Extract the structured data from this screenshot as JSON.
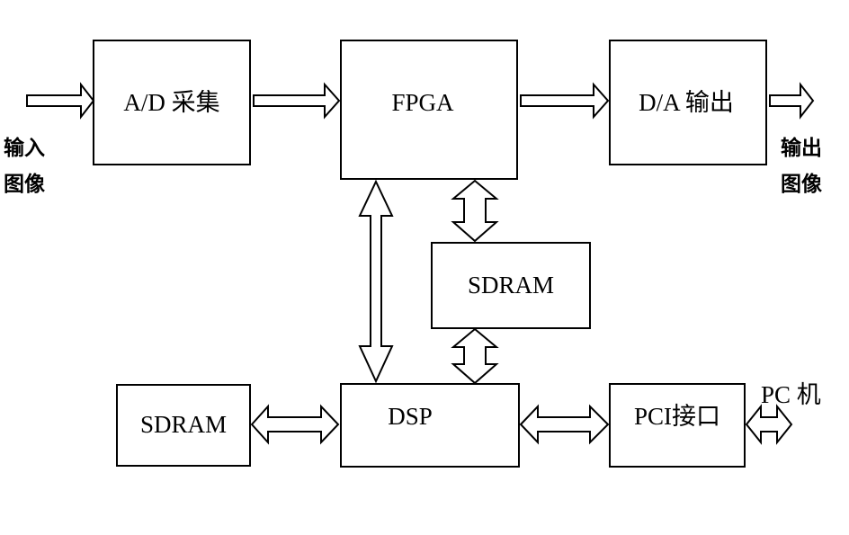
{
  "blocks": {
    "ad": "A/D 采集",
    "fpga": "FPGA",
    "da": "D/A 输出",
    "sdram_mid": "SDRAM",
    "sdram_left": "SDRAM",
    "dsp": "DSP",
    "pci": "PCI接口"
  },
  "labels": {
    "input_line1": "输入",
    "input_line2": "图像",
    "output_line1": "输出",
    "output_line2": "图像",
    "pc": "PC 机"
  }
}
